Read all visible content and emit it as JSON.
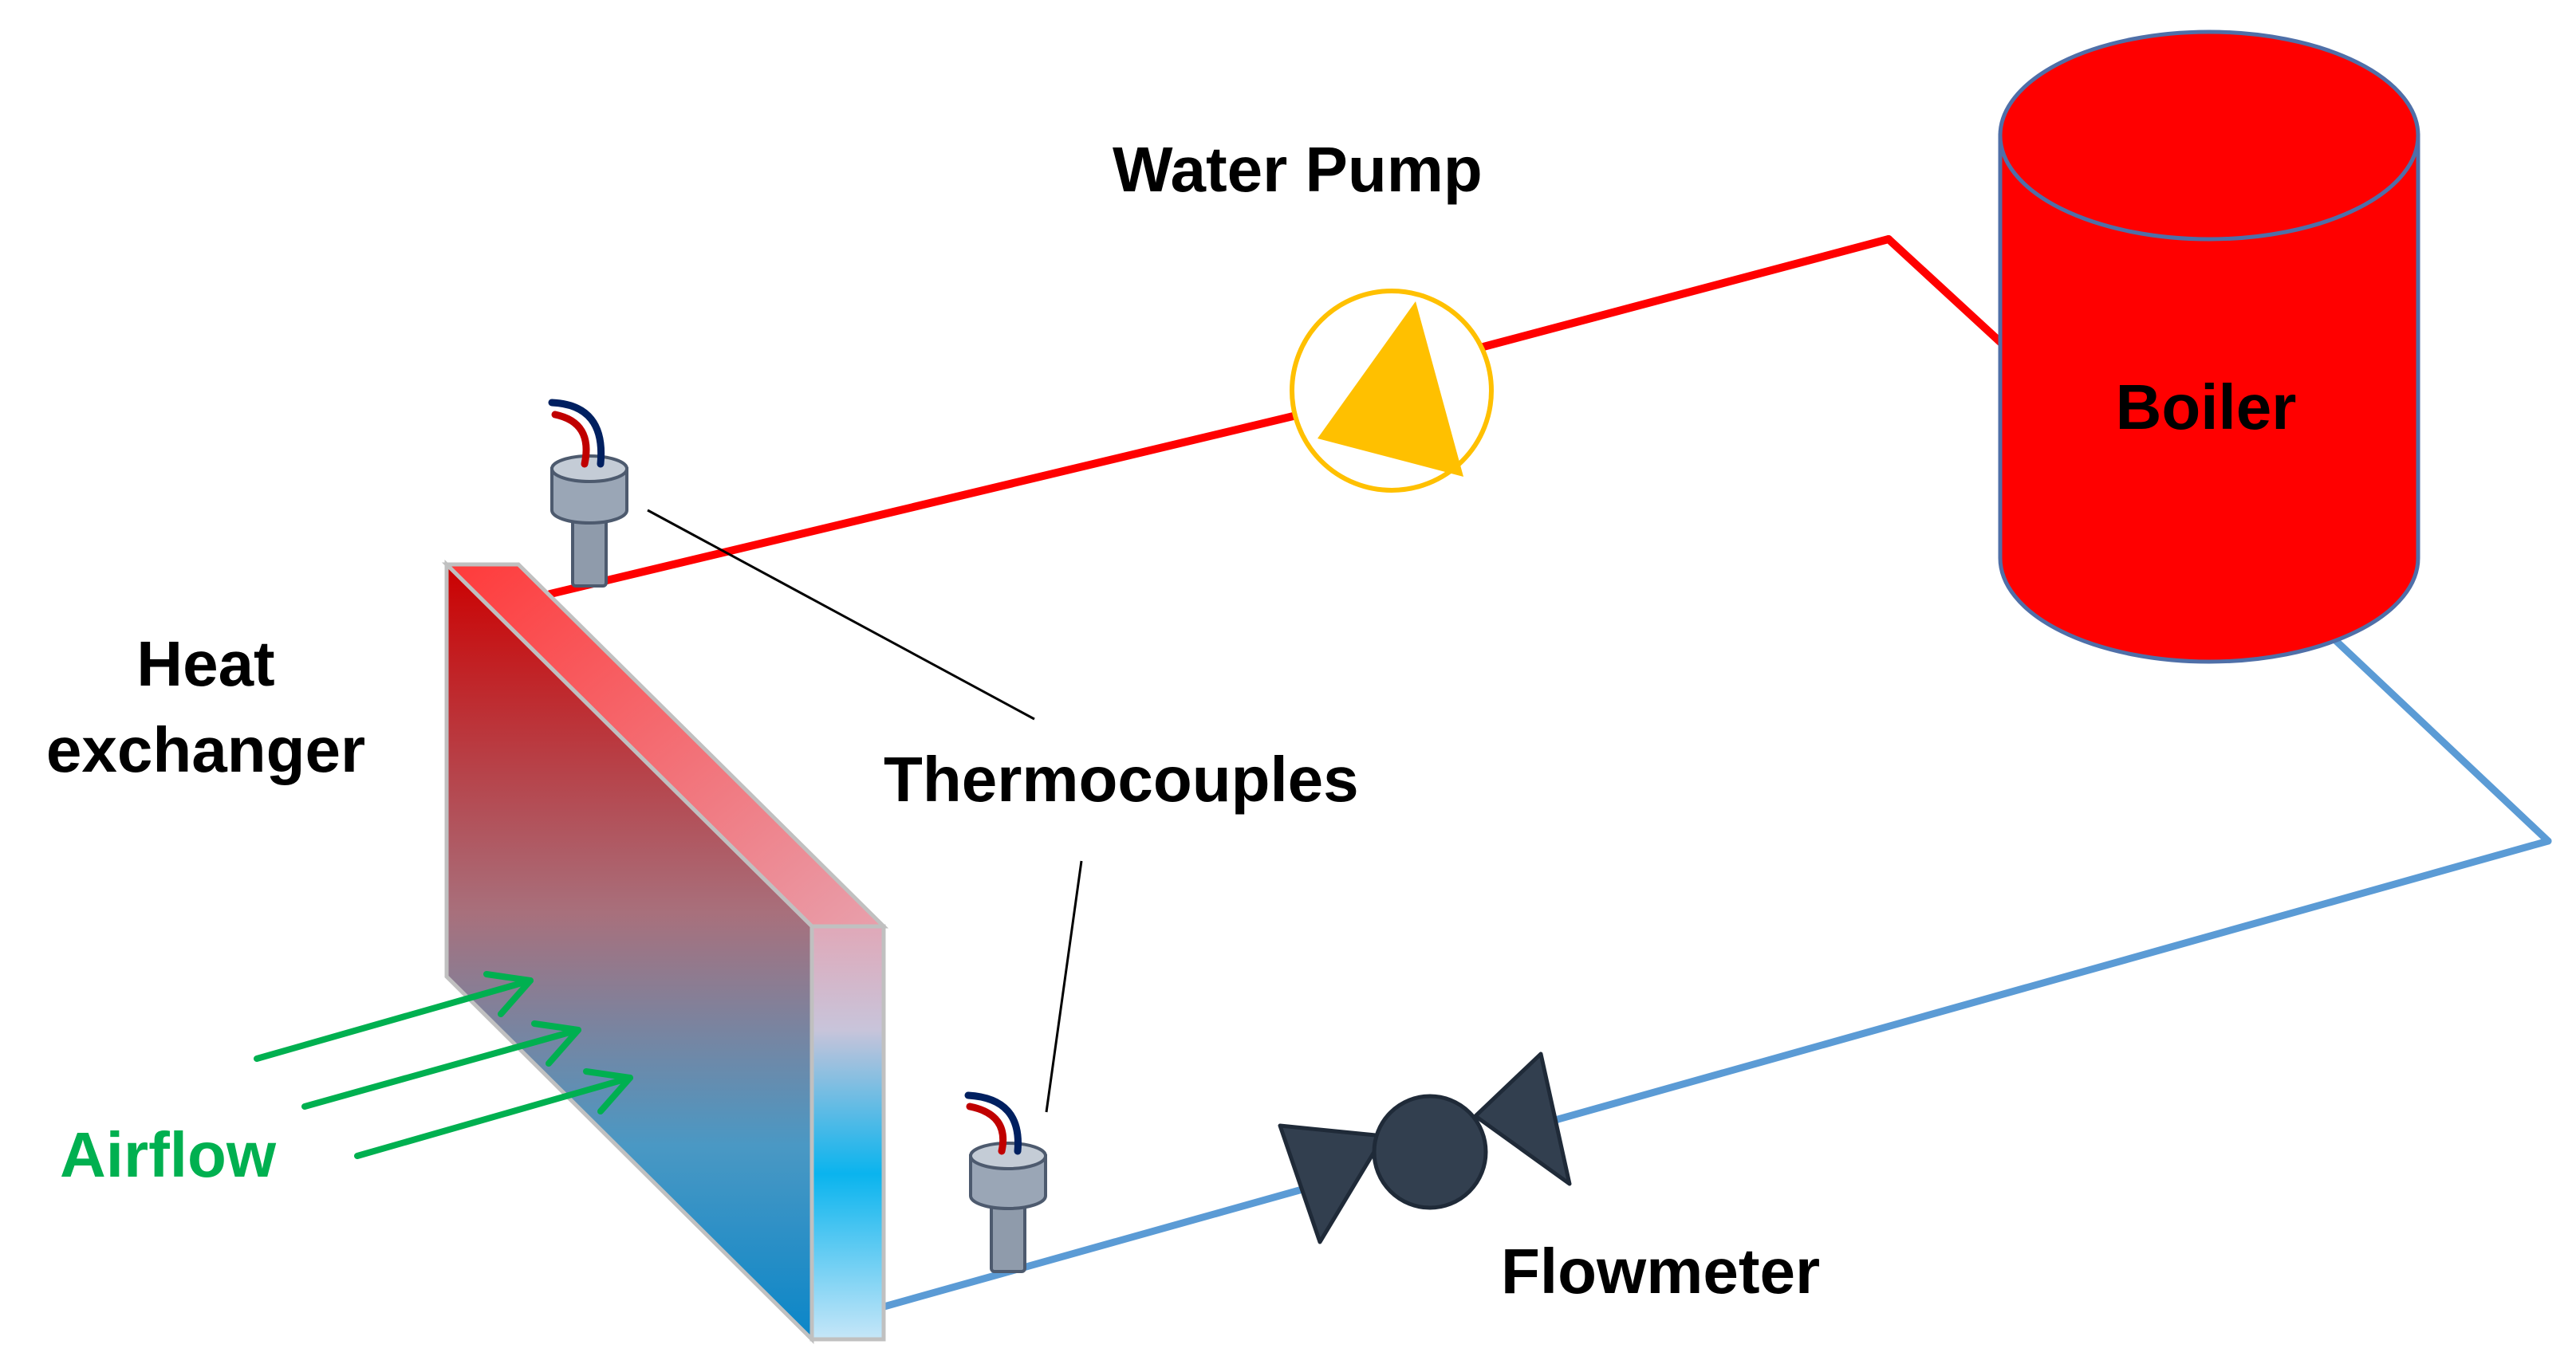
{
  "labels": {
    "water_pump": "Water Pump",
    "boiler": "Boiler",
    "heat_exchanger_line1": "Heat",
    "heat_exchanger_line2": "exchanger",
    "thermocouples": "Thermocouples",
    "airflow": "Airflow",
    "flowmeter": "Flowmeter"
  },
  "colors": {
    "hot_pipe": "#ff0000",
    "cold_pipe": "#5b9bd5",
    "boiler_fill": "#ff0000",
    "boiler_edge": "#4f6fa8",
    "pump": "#ffc000",
    "airflow": "#00b050",
    "flowmeter": "#323f4f",
    "leader_line": "#000000"
  },
  "icons": {
    "pump": "pump-symbol-icon",
    "flowmeter": "flowmeter-valve-icon",
    "thermocouple": "thermocouple-icon"
  }
}
